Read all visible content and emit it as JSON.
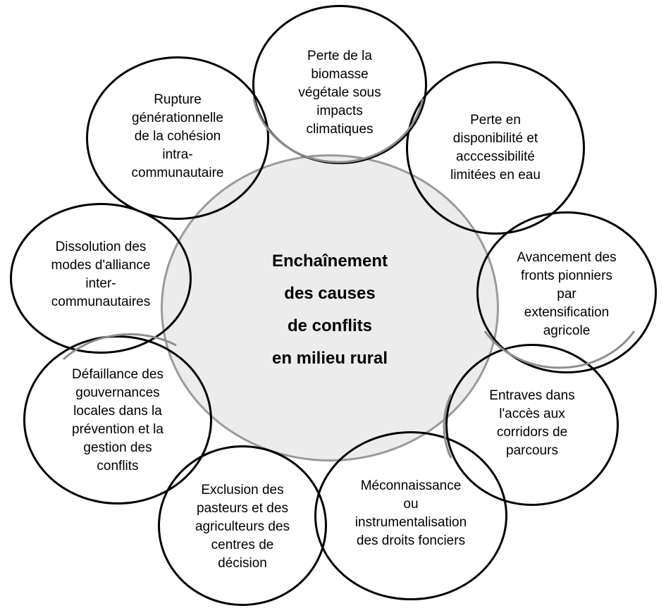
{
  "colors": {
    "hub_fill": "#ececec",
    "hub_stroke": "#9a9a9a",
    "stroke_black": "#000000",
    "stroke_grey": "#8e8e8e",
    "text": "#000000"
  },
  "center": {
    "title": "Enchaînement\ndes causes\nde conflits\nen milieu rural"
  },
  "causes": [
    {
      "id": "biomasse",
      "text": "Perte de la\nbiomasse\nvégétale sous\nimpacts\nclimatiques"
    },
    {
      "id": "eau",
      "text": "Perte en\ndisponibilité  et\nacccessibilité\nlimitées en eau"
    },
    {
      "id": "fronts",
      "text": "Avancement des\nfronts pionniers\npar\nextensification\nagricole"
    },
    {
      "id": "corridors",
      "text": "Entraves dans\nl'accès aux\ncorridors de\nparcours"
    },
    {
      "id": "fonciers",
      "text": "Méconnaissance\nou\ninstrumentalisation\ndes droits fonciers"
    },
    {
      "id": "exclusion",
      "text": "Exclusion des\npasteurs et des\nagriculteurs des\ncentres de\ndécision"
    },
    {
      "id": "gouvernances",
      "text": "Défaillance des\ngouvernances\nlocales dans la\nprévention et la\ngestion des\nconflits"
    },
    {
      "id": "alliance",
      "text": "Dissolution des\nmodes d'alliance\ninter-\ncommunautaires"
    },
    {
      "id": "rupture",
      "text": "Rupture\ngénérationnelle\nde la cohésion\nintra-\ncommunautaire"
    }
  ]
}
